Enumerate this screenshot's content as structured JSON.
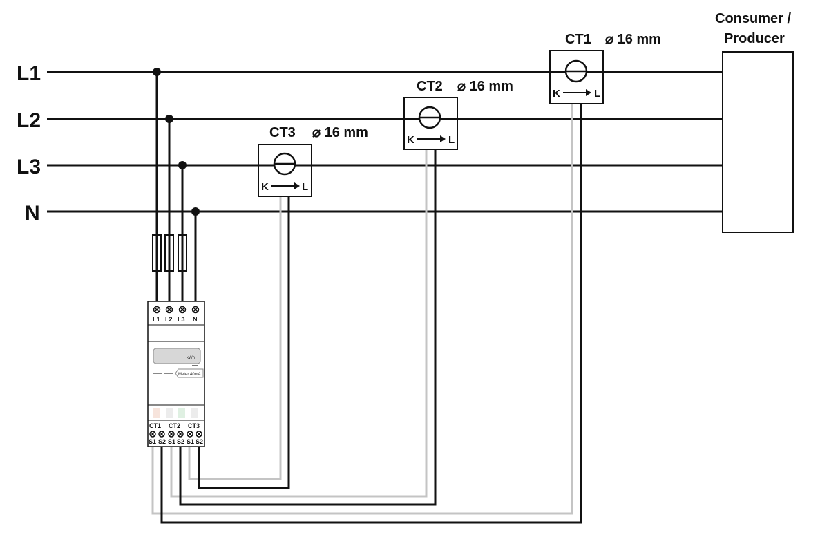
{
  "lines": {
    "l1": "L1",
    "l2": "L2",
    "l3": "L3",
    "n": "N"
  },
  "consumer": {
    "line1": "Consumer /",
    "line2": "Producer"
  },
  "transformers": [
    {
      "name": "CT1",
      "diameter": "⌀ 16 mm",
      "k": "K",
      "l": "L"
    },
    {
      "name": "CT2",
      "diameter": "⌀ 16 mm",
      "k": "K",
      "l": "L"
    },
    {
      "name": "CT3",
      "diameter": "⌀ 16 mm",
      "k": "K",
      "l": "L"
    }
  ],
  "meter": {
    "top_terminals": [
      "L1",
      "L2",
      "L3",
      "N"
    ],
    "display_unit": "kWh",
    "pulse_label": "Meter 40mA",
    "ct_groups": [
      "CT1",
      "CT2",
      "CT3"
    ],
    "ct_terminals": [
      "S1",
      "S2",
      "S1",
      "S2",
      "S1",
      "S2"
    ]
  },
  "colors": {
    "wire_black": "#111111",
    "wire_grey": "#c4c4c4",
    "display_grey": "#d7d7d7"
  }
}
